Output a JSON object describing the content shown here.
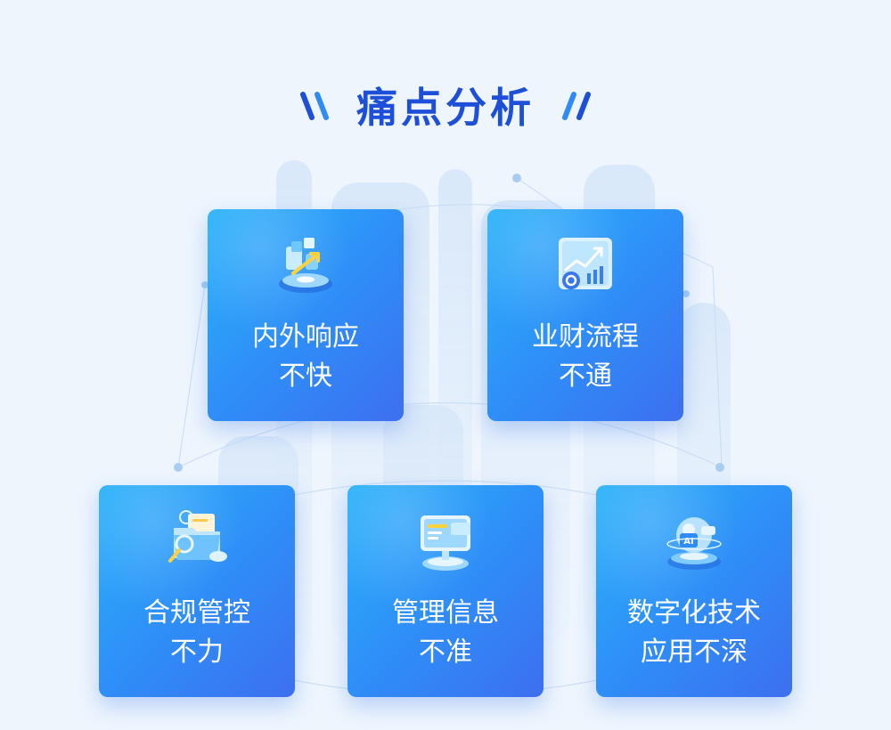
{
  "title": "痛点分析",
  "colors": {
    "title": "#1e4fd8",
    "card_start": "#2ab2fb",
    "card_end": "#3d6ff0",
    "background": "#eef5fd"
  },
  "cards": [
    {
      "line1": "内外响应",
      "line2": "不快",
      "icon": "cube-growth-icon"
    },
    {
      "line1": "业财流程",
      "line2": "不通",
      "icon": "chart-growth-icon"
    },
    {
      "line1": "合规管控",
      "line2": "不力",
      "icon": "folder-search-icon"
    },
    {
      "line1": "管理信息",
      "line2": "不准",
      "icon": "monitor-icon"
    },
    {
      "line1": "数字化技术",
      "line2": "应用不深",
      "icon": "ai-sphere-icon"
    }
  ]
}
